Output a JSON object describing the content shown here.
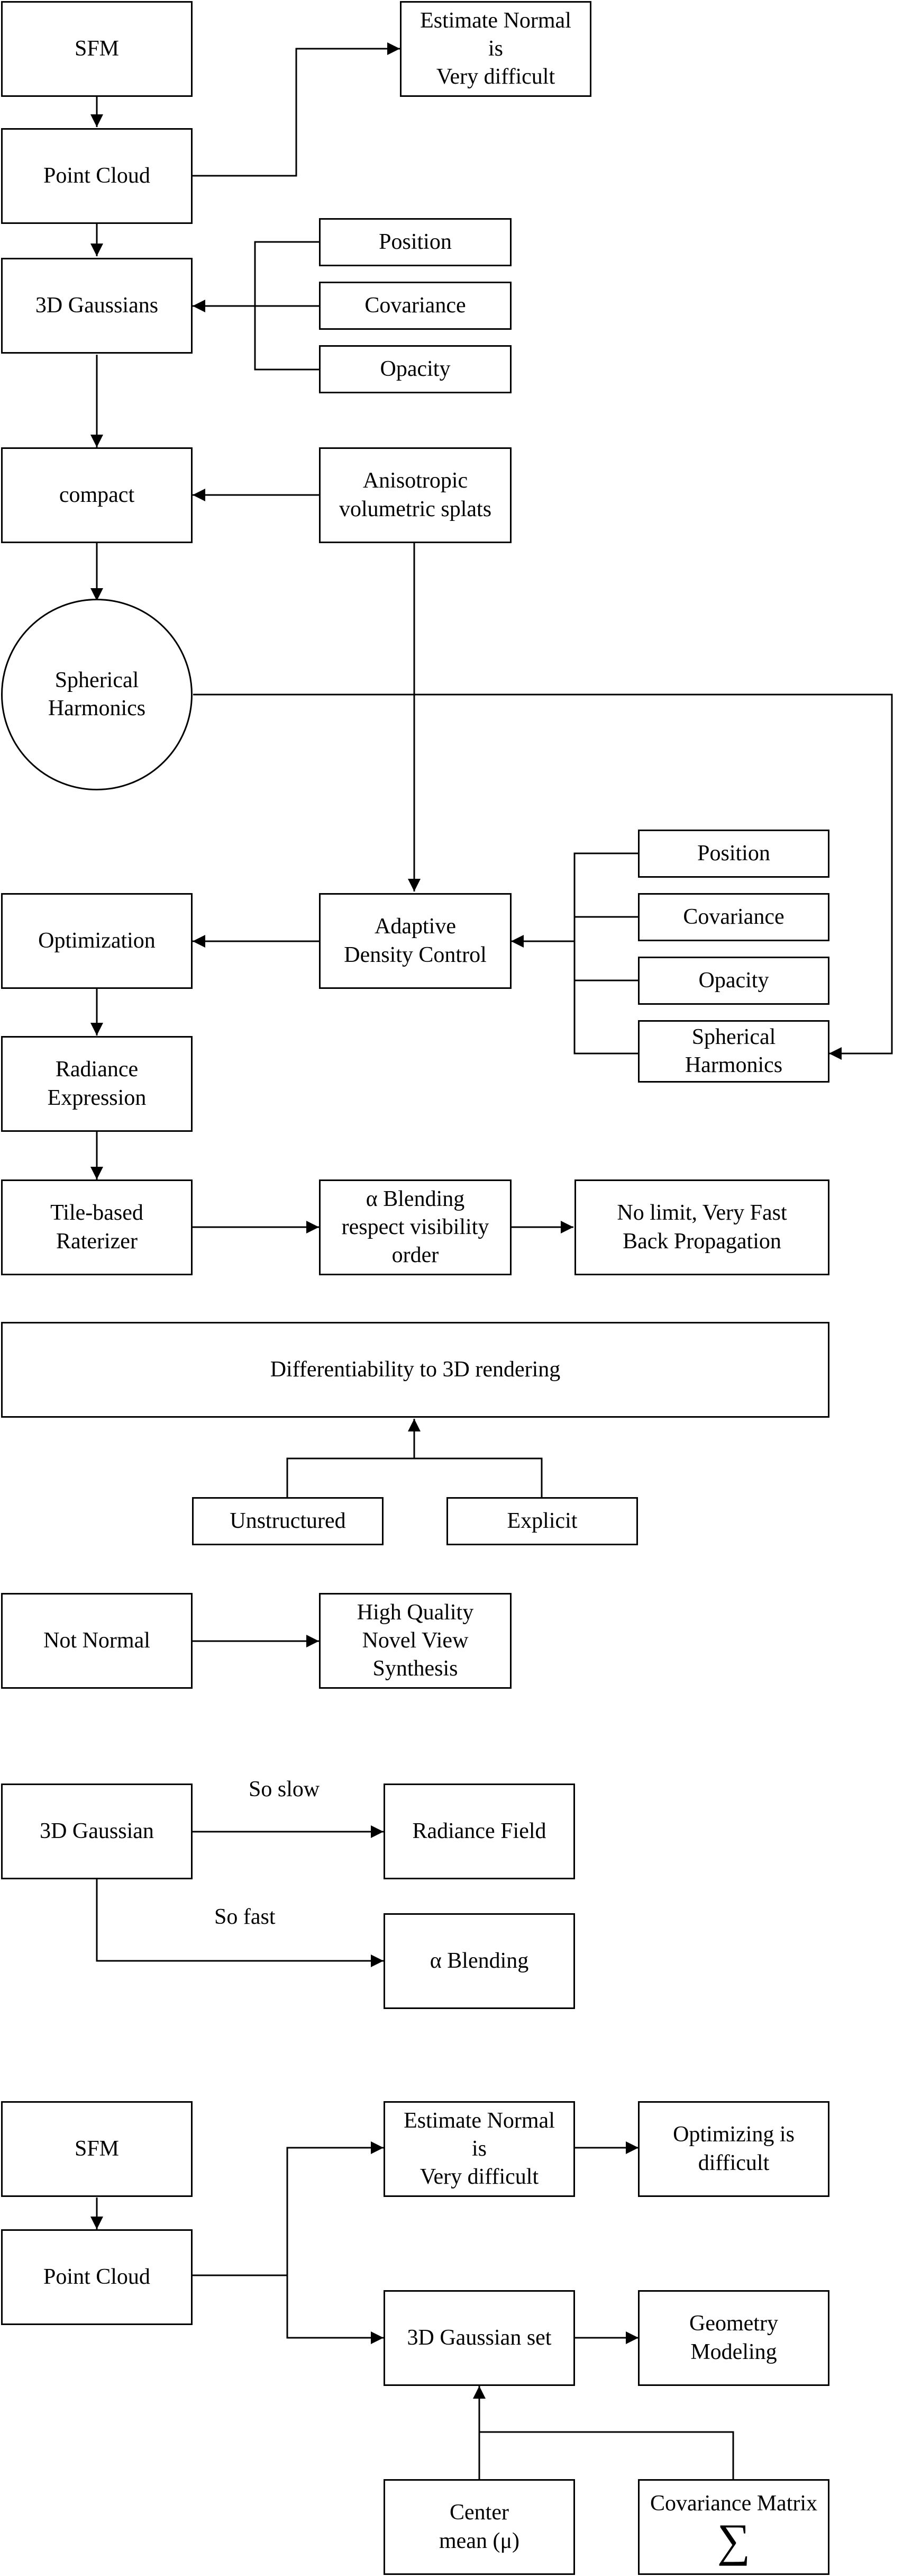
{
  "nodes": {
    "sfm_top": "SFM",
    "estimate_top": "Estimate Normal\nis\nVery difficult",
    "point_cloud_top": "Point Cloud",
    "gaussians_3d": "3D Gaussians",
    "attr_position_1": "Position",
    "attr_covariance_1": "Covariance",
    "attr_opacity_1": "Opacity",
    "compact": "compact",
    "anisotropic": "Anisotropic\nvolumetric splats",
    "spherical_harmonics": "Spherical\nHarmonics",
    "attr_position_2": "Position",
    "attr_covariance_2": "Covariance",
    "attr_opacity_2": "Opacity",
    "attr_sh_2": "Spherical\nHarmonics",
    "optimization": "Optimization",
    "adaptive_density": "Adaptive\nDensity Control",
    "radiance_expression": "Radiance\nExpression",
    "tile_rasterizer": "Tile-based\nRaterizer",
    "alpha_blending_order": "α Blending\nrespect visibility\norder",
    "no_limit": "No limit, Very Fast\nBack Propagation",
    "differentiability": "Differentiability to 3D rendering",
    "unstructured": "Unstructured",
    "explicit": "Explicit",
    "not_normal": "Not Normal",
    "high_quality": "High Quality\nNovel View\nSynthesis",
    "gaussian_3d": "3D Gaussian",
    "radiance_field": "Radiance Field",
    "alpha_blending": "α Blending",
    "sfm_bottom": "SFM",
    "point_cloud_bottom": "Point Cloud",
    "estimate_bottom": "Estimate Normal\nis\nVery difficult",
    "optimizing_difficult": "Optimizing is\ndifficult",
    "gaussian_set": "3D Gaussian set",
    "geometry_modeling": "Geometry\nModeling",
    "center_mean": "Center\nmean (μ)",
    "covariance_matrix": "Covariance Matrix",
    "covariance_symbol": "∑"
  },
  "edge_labels": {
    "so_slow": "So slow",
    "so_fast": "So fast"
  }
}
